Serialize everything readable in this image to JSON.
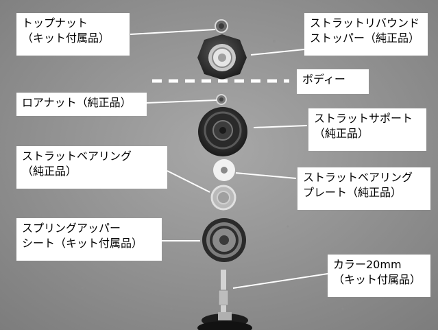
{
  "labels": {
    "top_nut": {
      "line1": "トップナット",
      "line2": "（キット付属品）"
    },
    "rebound_stopper": {
      "line1": "ストラットリバウンド",
      "line2": "ストッパー（純正品）"
    },
    "body": {
      "line1": "ボディー"
    },
    "lower_nut": {
      "line1": "ロアナット（純正品）"
    },
    "strut_support": {
      "line1": "ストラットサポート",
      "line2": "（純正品）"
    },
    "bearing": {
      "line1": "ストラットベアリング",
      "line2": "（純正品）"
    },
    "bearing_plate": {
      "line1": "ストラットベアリング",
      "line2": "プレート（純正品）"
    },
    "spring_upper_seat": {
      "line1": "スプリングアッパー",
      "line2": "シート（キット付属品）"
    },
    "collar": {
      "line1": "カラー20mm",
      "line2": "（キット付属品）"
    }
  },
  "colors": {
    "background": "#9a9a9a",
    "label_bg": "#ffffff",
    "text": "#000000",
    "leader": "#ffffff"
  }
}
